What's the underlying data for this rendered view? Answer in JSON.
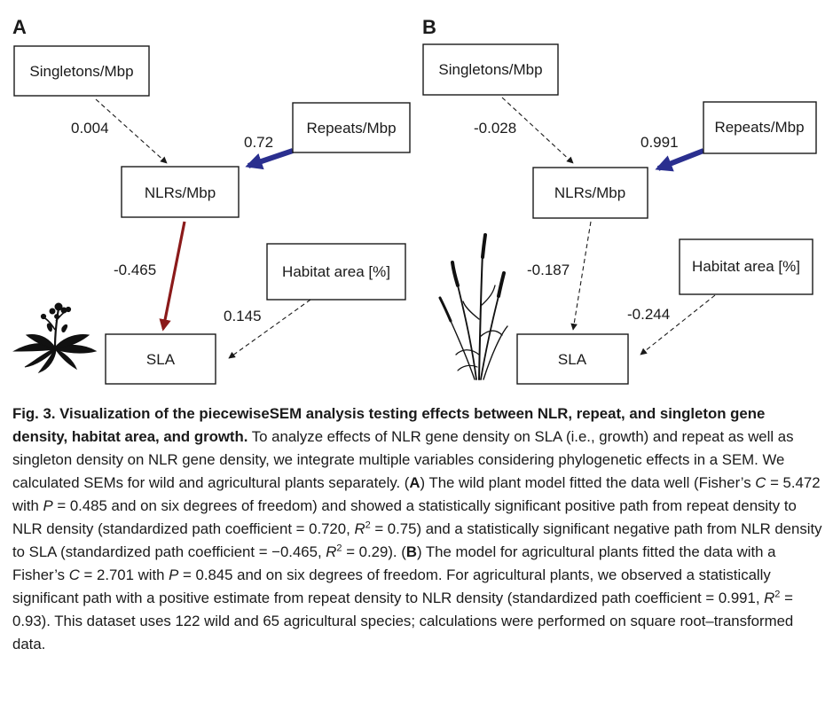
{
  "figure": {
    "panels": [
      {
        "letter": "A",
        "nodes": {
          "singletons": "Singletons/Mbp",
          "repeats": "Repeats/Mbp",
          "nlrs": "NLRs/Mbp",
          "habitat": "Habitat area [%]",
          "sla": "SLA"
        },
        "paths": [
          {
            "from": "Singletons/Mbp",
            "to": "NLRs/Mbp",
            "coefficient": "0.004",
            "significant": false
          },
          {
            "from": "Repeats/Mbp",
            "to": "NLRs/Mbp",
            "coefficient": "0.72",
            "significant": true,
            "sign": "positive"
          },
          {
            "from": "NLRs/Mbp",
            "to": "SLA",
            "coefficient": "-0.465",
            "significant": true,
            "sign": "negative"
          },
          {
            "from": "Habitat area [%]",
            "to": "SLA",
            "coefficient": "0.145",
            "significant": false
          }
        ],
        "plant_icon": "rosette-plant-icon"
      },
      {
        "letter": "B",
        "nodes": {
          "singletons": "Singletons/Mbp",
          "repeats": "Repeats/Mbp",
          "nlrs": "NLRs/Mbp",
          "habitat": "Habitat area [%]",
          "sla": "SLA"
        },
        "paths": [
          {
            "from": "Singletons/Mbp",
            "to": "NLRs/Mbp",
            "coefficient": "-0.028",
            "significant": false
          },
          {
            "from": "Repeats/Mbp",
            "to": "NLRs/Mbp",
            "coefficient": "0.991",
            "significant": true,
            "sign": "positive"
          },
          {
            "from": "NLRs/Mbp",
            "to": "SLA",
            "coefficient": "-0.187",
            "significant": false
          },
          {
            "from": "Habitat area [%]",
            "to": "SLA",
            "coefficient": "-0.244",
            "significant": false
          }
        ],
        "plant_icon": "wheat-plant-icon"
      }
    ],
    "colors": {
      "positive_path": "#2a2f8f",
      "negative_path": "#8b1a1a",
      "nonsignificant_path": "#1a1a1a"
    }
  },
  "caption": {
    "label": "Fig. 3.",
    "title": "Visualization of the piecewiseSEM analysis testing effects between NLR, repeat, and singleton gene density, habitat area, and growth.",
    "s1": "To analyze effects of NLR gene density on SLA (i.e., growth) and repeat as well as singleton density on NLR gene density, we integrate multiple variables considering phylogenetic effects in a SEM. We calculated SEMs for wild and agricultural plants separately. (",
    "a_letter": "A",
    "s2": ") The wild plant model fitted the data well (Fisher’s ",
    "c_symbol": "C",
    "s3": " = 5.472 with ",
    "p_symbol": "P",
    "s4": " = 0.485 and on six degrees of freedom) and showed a statistically significant positive path from repeat density to NLR density (standardized path coefficient = 0.720, ",
    "r_symbol": "R",
    "sq": "2",
    "s5": " = 0.75) and a statistically significant negative path from NLR density to SLA (standardized path coefficient = −0.465, ",
    "r_symbol_2": "R",
    "sq_2": "2",
    "s6": " = 0.29). (",
    "b_letter": "B",
    "s7": ") The model for agricultural plants fitted the data with a Fisher’s ",
    "c_symbol_2": "C",
    "s8": " = 2.701 with ",
    "p_symbol_2": "P",
    "s9": " = 0.845 and on six degrees of freedom. For agricultural plants, we observed a statistically significant path with a positive estimate from repeat density to NLR density (standardized path coefficient = 0.991, ",
    "r_symbol_3": "R",
    "sq_3": "2",
    "s10": " = 0.93). This dataset uses 122 wild and 65 agricultural species; calculations were performed on square root–transformed data."
  }
}
